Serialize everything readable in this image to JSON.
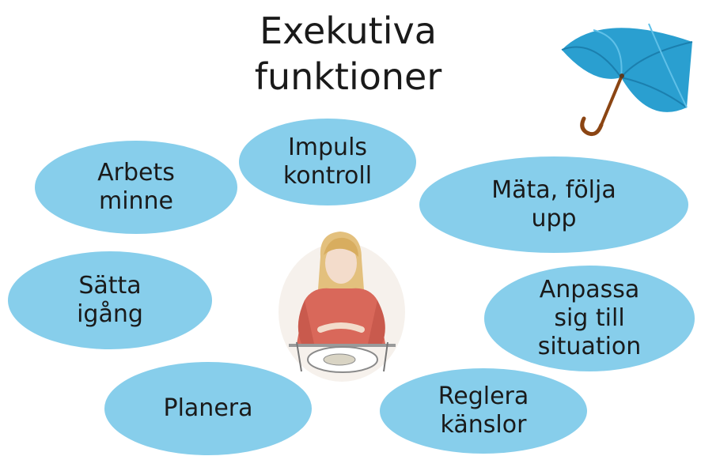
{
  "title": {
    "line1": "Exekutiva",
    "line2": "funktioner"
  },
  "ovals": {
    "impuls": {
      "line1": "Impuls",
      "line2": "kontroll"
    },
    "arbets": {
      "line1": "Arbets",
      "line2": "minne"
    },
    "mata": {
      "line1": "Mäta, följa",
      "line2": "upp"
    },
    "satta": {
      "line1": "Sätta",
      "line2": "igång"
    },
    "anpassa": {
      "line1": "Anpassa",
      "line2": "sig till",
      "line3": "situation"
    },
    "planera": {
      "line1": "Planera"
    },
    "reglera": {
      "line1": "Reglera",
      "line2": "känslor"
    }
  },
  "colors": {
    "oval_fill": "#87ceeb",
    "umbrella": "#2a9fd0",
    "handle": "#8b4513"
  },
  "icons": {
    "umbrella": "umbrella-illustration",
    "center": "girl-with-plate-illustration"
  }
}
